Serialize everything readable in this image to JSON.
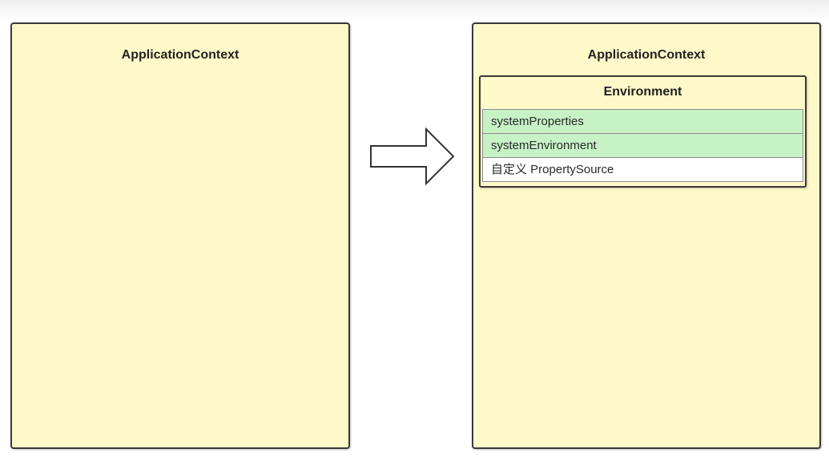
{
  "left_context": {
    "title": "ApplicationContext"
  },
  "right_context": {
    "title": "ApplicationContext",
    "environment": {
      "title": "Environment",
      "property_sources": [
        {
          "label": "systemProperties",
          "color": "#c6f2c6"
        },
        {
          "label": "systemEnvironment",
          "color": "#c6f2c6"
        },
        {
          "label": "自定义 PropertySource",
          "color": "#ffffff"
        }
      ]
    }
  },
  "arrow": {
    "icon": "right-arrow-icon"
  },
  "colors": {
    "box_fill": "#fff9c9",
    "border": "#3a3a3a",
    "highlight_green": "#c6f2c6"
  }
}
